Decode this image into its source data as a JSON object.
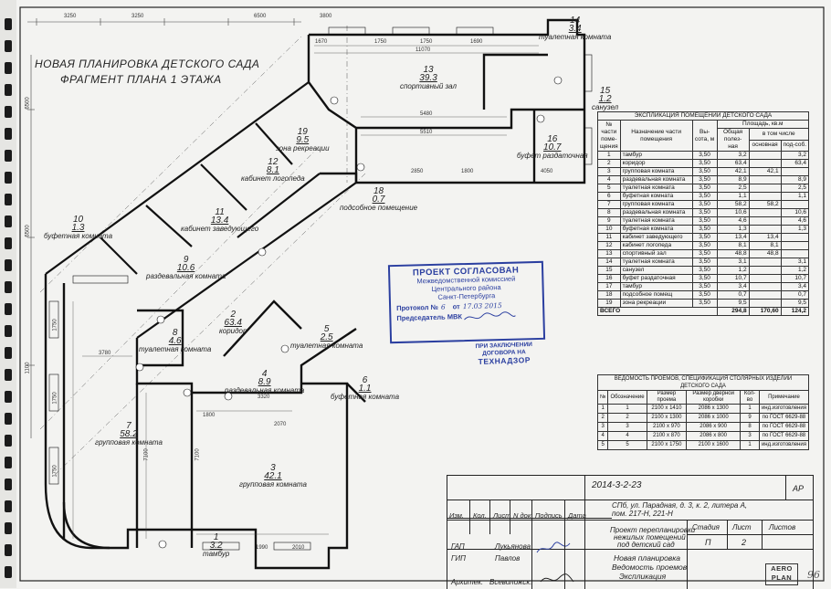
{
  "plan": {
    "title1": "НОВАЯ ПЛАНИРОВКА ДЕТСКОГО САДА",
    "title2": "ФРАГМЕНТ ПЛАНА 1 ЭТАЖА",
    "top_dims": [
      "3250",
      "3250",
      "6500",
      "3800"
    ],
    "left_dims": [
      "6500",
      "6500",
      "1100"
    ],
    "rooms": [
      {
        "num": "13",
        "area": "39.3",
        "name": "спортивный зал"
      },
      {
        "num": "15",
        "area": "1.2",
        "name": "санузел"
      },
      {
        "num": "14",
        "area": "3.4",
        "name": "туалетная комната"
      },
      {
        "num": "16",
        "area": "10.7",
        "name": "буфет раздаточная"
      },
      {
        "num": "19",
        "area": "9.5",
        "name": "зона рекреации"
      },
      {
        "num": "12",
        "area": "8.1",
        "name": "кабинет логопеда"
      },
      {
        "num": "18",
        "area": "0.7",
        "name": "подсобное помещение"
      },
      {
        "num": "11",
        "area": "13.4",
        "name": "кабинет заведующего"
      },
      {
        "num": "10",
        "area": "1.3",
        "name": "буфетная комната"
      },
      {
        "num": "9",
        "area": "10.6",
        "name": "раздевальная комната"
      },
      {
        "num": "2",
        "area": "63.4",
        "name": "коридор"
      },
      {
        "num": "5",
        "area": "2.5",
        "name": "туалетная комната"
      },
      {
        "num": "8",
        "area": "4.6",
        "name": "туалетная комната"
      },
      {
        "num": "6",
        "area": "1.1",
        "name": "буфетная комната"
      },
      {
        "num": "4",
        "area": "8.9",
        "name": "раздевальная комната"
      },
      {
        "num": "7",
        "area": "58.2",
        "name": "групповая комната"
      },
      {
        "num": "3",
        "area": "42.1",
        "name": "групповая комната"
      },
      {
        "num": "1",
        "area": "3.2",
        "name": "тамбур"
      }
    ],
    "dims": [
      "1670",
      "1750",
      "1750",
      "1690",
      "11070",
      "5480",
      "5510",
      "2850",
      "1800",
      "4050",
      "3780",
      "7100",
      "7100",
      "3320",
      "1990",
      "2010",
      "1800",
      "1750",
      "1750",
      "1750",
      "2070"
    ]
  },
  "explication": {
    "title": "ЭКСПЛИКАЦИЯ ПОМЕЩЕНИЙ ДЕТСКОГО САДА",
    "headers": {
      "num": "№ части поме-щения",
      "name": "Назначение части помещения",
      "height": "Вы-сота, м",
      "area": "Площадь, кв.м",
      "total": "Общая полез-ная",
      "incl": "в том числе",
      "main": "основная",
      "aux": "под-соб."
    },
    "rows": [
      [
        "1",
        "тамбур",
        "3,50",
        "3,2",
        "",
        "3,2"
      ],
      [
        "2",
        "коридор",
        "3,50",
        "63,4",
        "",
        "63,4"
      ],
      [
        "3",
        "групповая комната",
        "3,50",
        "42,1",
        "42,1",
        ""
      ],
      [
        "4",
        "раздевальная комната",
        "3,50",
        "8,9",
        "",
        "8,9"
      ],
      [
        "5",
        "туалетная комната",
        "3,50",
        "2,5",
        "",
        "2,5"
      ],
      [
        "6",
        "буфетная комната",
        "3,50",
        "1,1",
        "",
        "1,1"
      ],
      [
        "7",
        "групповая комната",
        "3,50",
        "58,2",
        "58,2",
        ""
      ],
      [
        "8",
        "раздевальная комната",
        "3,50",
        "10,6",
        "",
        "10,6"
      ],
      [
        "9",
        "туалетная комната",
        "3,50",
        "4,6",
        "",
        "4,6"
      ],
      [
        "10",
        "буфетная комната",
        "3,50",
        "1,3",
        "",
        "1,3"
      ],
      [
        "11",
        "кабинет заведующего",
        "3,50",
        "13,4",
        "13,4",
        ""
      ],
      [
        "12",
        "кабинет логопеда",
        "3,50",
        "8,1",
        "8,1",
        ""
      ],
      [
        "13",
        "спортивный зал",
        "3,50",
        "48,8",
        "48,8",
        ""
      ],
      [
        "14",
        "туалетная комната",
        "3,50",
        "3,1",
        "",
        "3,1"
      ],
      [
        "15",
        "санузел",
        "3,50",
        "1,2",
        "",
        "1,2"
      ],
      [
        "16",
        "буфет раздаточная",
        "3,50",
        "10,7",
        "",
        "10,7"
      ],
      [
        "17",
        "тамбур",
        "3,50",
        "3,4",
        "",
        "3,4"
      ],
      [
        "18",
        "подсобное помещ",
        "3,50",
        "0,7",
        "",
        "0,7"
      ],
      [
        "19",
        "зона рекреации",
        "3,50",
        "9,5",
        "",
        "9,5"
      ]
    ],
    "total": [
      "ВСЕГО",
      "294,8",
      "170,60",
      "124,2"
    ]
  },
  "openings": {
    "title": "ВЕДОМОСТЬ ПРОЕМОВ, СПЕЦИФИКАЦИЯ СТОЛЯРНЫХ ИЗДЕЛИЙ ДЕТСКОГО САДА",
    "headers": [
      "№",
      "Обозначение",
      "Размер проема",
      "Размер дверной коробки",
      "Кол-во",
      "Примечание"
    ],
    "rows": [
      [
        "1",
        "1",
        "2100 х 1410",
        "2086 х 1300",
        "1",
        "инд.изготовления"
      ],
      [
        "2",
        "2",
        "2100 х 1300",
        "2086 х 1000",
        "9",
        "по ГОСТ 6629-88"
      ],
      [
        "3",
        "3",
        "2100 х 970",
        "2086 х 900",
        "8",
        "по ГОСТ 6629-88"
      ],
      [
        "4",
        "4",
        "2100 х 870",
        "2086 х 800",
        "3",
        "по ГОСТ 6629-88"
      ],
      [
        "5",
        "5",
        "2100 х 1750",
        "2100 х 1600",
        "1",
        "инд.изготовления"
      ]
    ]
  },
  "stamp": {
    "head": "ПРОЕКТ СОГЛАСОВАН",
    "l1": "Межведомственной комиссией",
    "l2": "Центрального района",
    "l3": "Санкт-Петербурга",
    "protocol_label": "Протокол №",
    "protocol_num": "6",
    "from_label": "от",
    "date": "17.03 2015",
    "chair_label": "Председатель МВК",
    "tech1": "ПРИ ЗАКЛЮЧЕНИИ",
    "tech2": "ДОГОВОРА НА",
    "tech3": "ТЕХНАДЗОР"
  },
  "titleblock": {
    "code": "2014-3-2-23",
    "stage_code": "АР",
    "address": "СПб, ул. Парадная, д. 3, к. 2, литера А,",
    "address2": "пом. 217-Н, 221-Н",
    "col_izm": "Изм.",
    "col_kol": "Кол.",
    "col_list": "Лист",
    "col_ndok": "N док",
    "col_podp": "Подпись",
    "col_data": "Дата",
    "project": "Проект перепланировки",
    "project2": "нежилых помещений",
    "project3": "под детский сад",
    "stage_label": "Стадия",
    "list_label": "Лист",
    "lists_label": "Листов",
    "stage": "П",
    "list_num": "2",
    "gap_label": "ГАП",
    "gap_name": "Лукьянова",
    "gip_label": "ГИП",
    "gip_name": "Павлов",
    "arch_label": "Архитек.",
    "arch_name": "Всеволожск.",
    "sheet_title1": "Новая планировка",
    "sheet_title2": "Ведомость проемов",
    "sheet_title3": "Экспликация",
    "logo1": "AERO",
    "logo2": "PLAN"
  },
  "page_number": "96"
}
